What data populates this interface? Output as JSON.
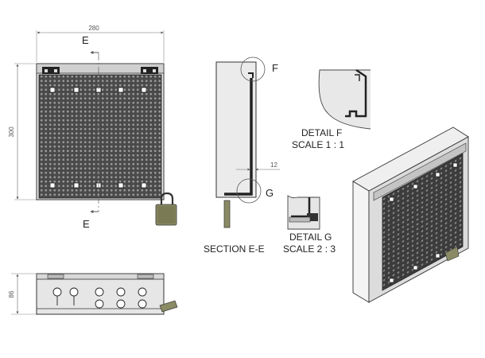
{
  "dimensions": {
    "width": "280",
    "height": "300",
    "depth": "86",
    "thickness": "12"
  },
  "section_markers": {
    "top": "E",
    "bottom": "E"
  },
  "section_view": {
    "label": "SECTION E-E",
    "callout_f": "F",
    "callout_g": "G"
  },
  "detail_f": {
    "title": "DETAIL F",
    "scale": "SCALE 1 : 1"
  },
  "detail_g": {
    "title": "DETAIL G",
    "scale": "SCALE 2 : 3"
  },
  "colors": {
    "line": "#333333",
    "panel": "#444444",
    "frame": "#e2e2e2",
    "lock": "#7a7a5a"
  }
}
